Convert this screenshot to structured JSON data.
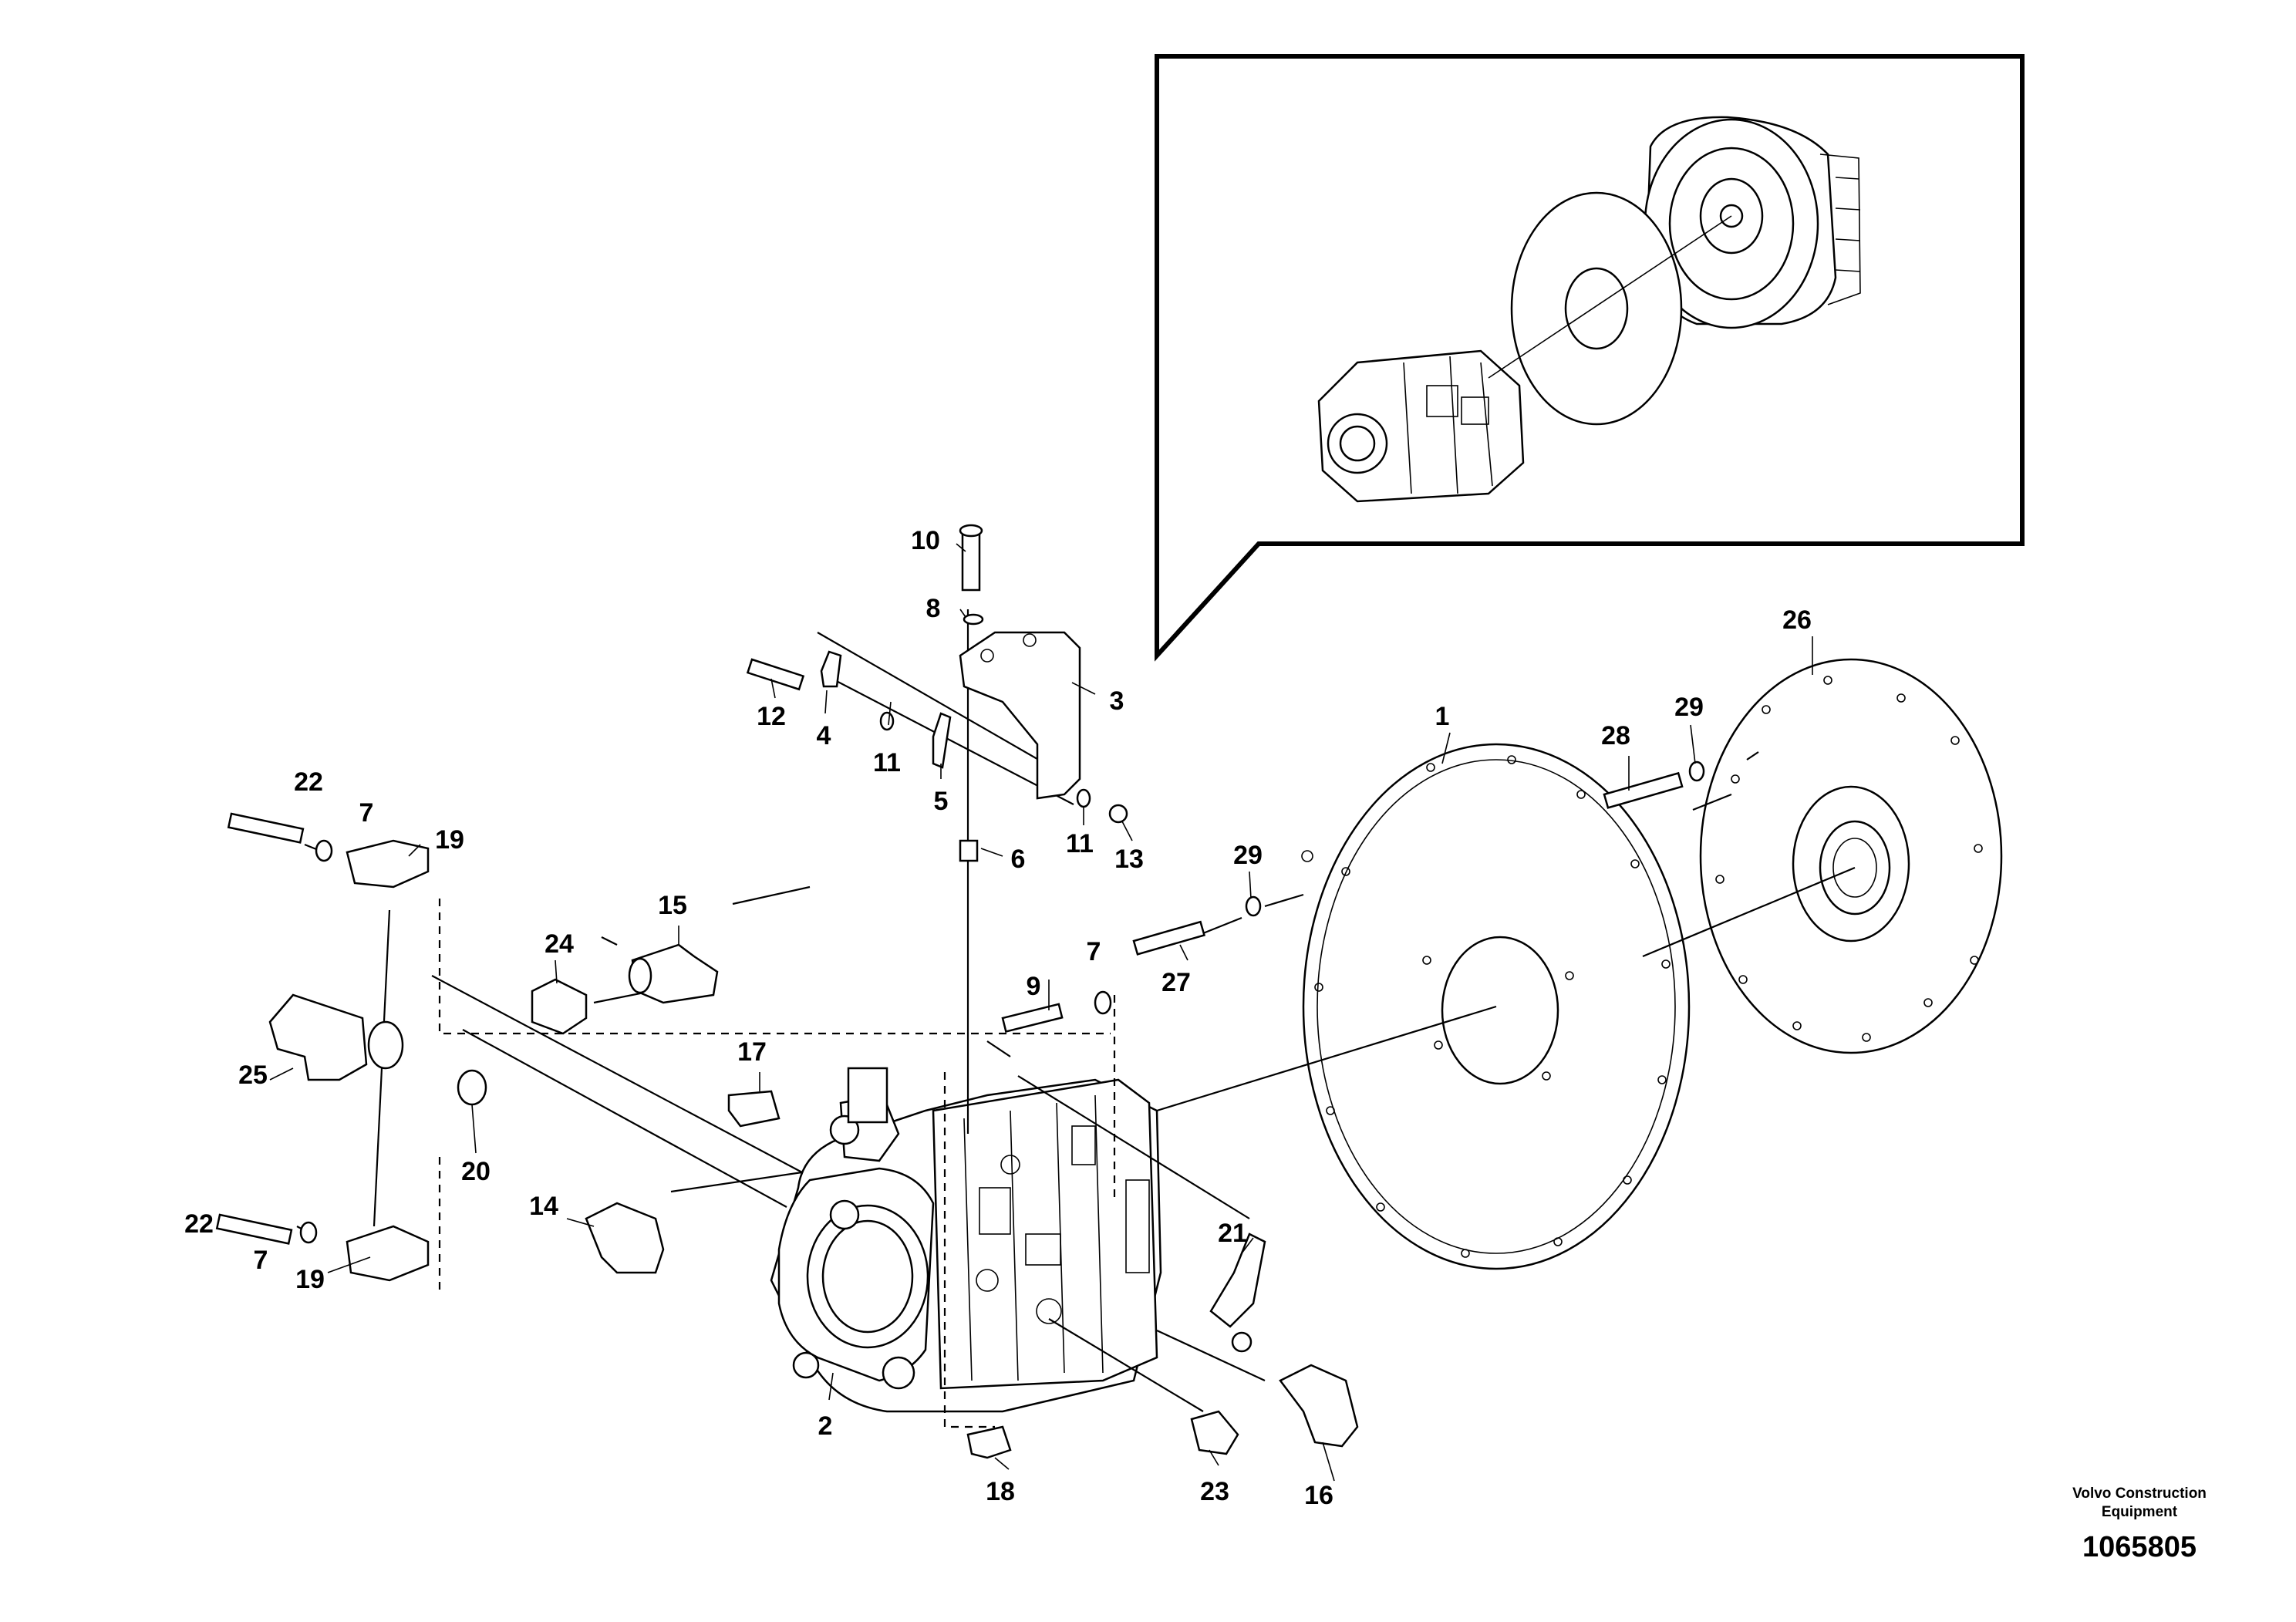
{
  "diagram": {
    "callouts": {
      "c1": "1",
      "c2": "2",
      "c3": "3",
      "c4": "4",
      "c5": "5",
      "c6": "6",
      "c7a": "7",
      "c7b": "7",
      "c7c": "7",
      "c8": "8",
      "c9": "9",
      "c10": "10",
      "c11a": "11",
      "c11b": "11",
      "c12": "12",
      "c13": "13",
      "c14": "14",
      "c15": "15",
      "c16": "16",
      "c17": "17",
      "c18": "18",
      "c19a": "19",
      "c19b": "19",
      "c20": "20",
      "c21": "21",
      "c22a": "22",
      "c22b": "22",
      "c23": "23",
      "c24": "24",
      "c25": "25",
      "c26": "26",
      "c27": "27",
      "c28": "28",
      "c29a": "29",
      "c29b": "29"
    },
    "brand_line1": "Volvo Construction",
    "brand_line2": "Equipment",
    "drawing_number": "1065805"
  }
}
